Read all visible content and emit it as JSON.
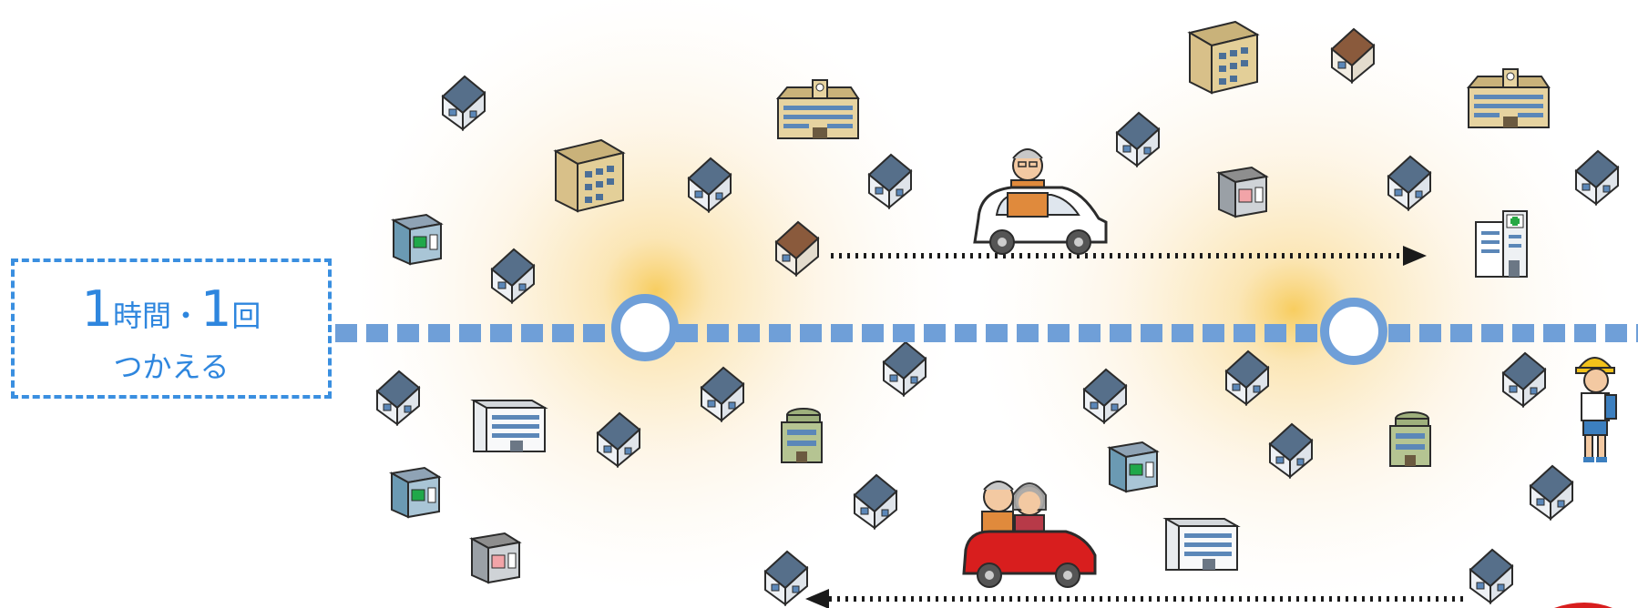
{
  "label": {
    "num1": "1",
    "word1": "時間",
    "dot": "・",
    "num2": "1",
    "word2": "回",
    "line2": "つかえる"
  },
  "colors": {
    "route_line": "#6f9fd8",
    "label_border": "#3a8fe0",
    "label_text": "#2e86de",
    "stop_glow": "#f7c84a",
    "car_white": "#ffffff",
    "car_red": "#d81e1e",
    "arrow": "#1a1a1a"
  },
  "icons": {
    "houses": "house-icon",
    "buildings": "office-building-icon",
    "shops": "shop-icon",
    "hospital": "hospital-icon",
    "school": "school-icon",
    "white_car": "car-with-elderly-man-icon",
    "red_car": "red-car-with-elderly-couple-icon",
    "child": "child-with-yellow-hat-icon"
  }
}
